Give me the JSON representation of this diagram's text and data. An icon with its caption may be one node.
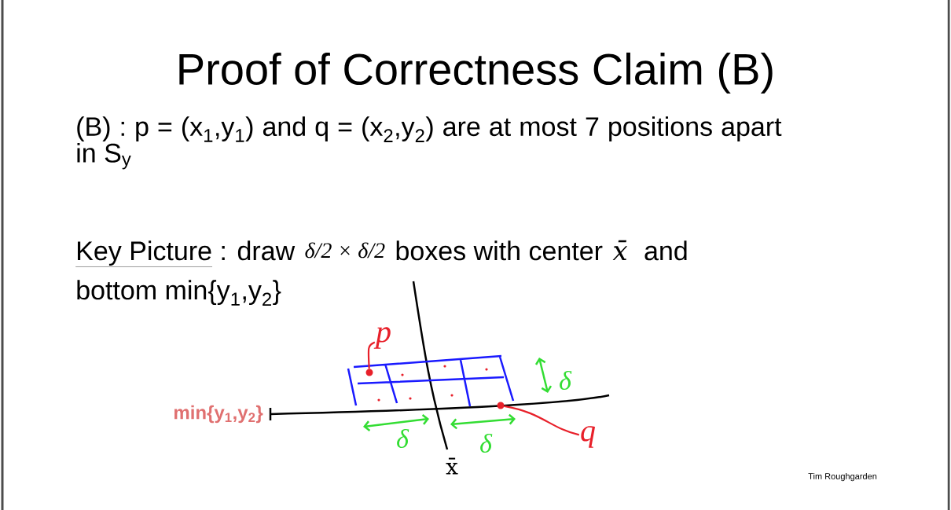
{
  "diagram": {
    "title": "Proof of Correctness Claim (B)",
    "nodes": [
      {
        "text": [
          "p"
        ]
      },
      {
        "text": [],
        "shape": "circle"
      },
      {
        "text": [],
        "shape": "circle"
      },
      {
        "text": [
          "q"
        ]
      }
    ],
    "edges": [
      {
        "from": 0,
        "to": 1,
        "arrow": "none"
      },
      {
        "from": 3,
        "to": 2,
        "arrow": "none"
      }
    ],
    "labels": [
      "(B) : p = (x$_{1}$,y$_{1}$) and q = (x$_{2}$,y$_{2}$)  are at most 7 positions apart in S$_{y}$",
      "Key Picture",
      ": draw",
      "δ/2 × δ/2",
      "boxes with center",
      "x̄",
      "and",
      "bottom  min{y$_{1}$,y$_{2}$}",
      "min{y$_{1}$,y$_{2}$}",
      "δ",
      "δ",
      "δ",
      "x̄",
      "Tim Roughgarden"
    ]
  }
}
